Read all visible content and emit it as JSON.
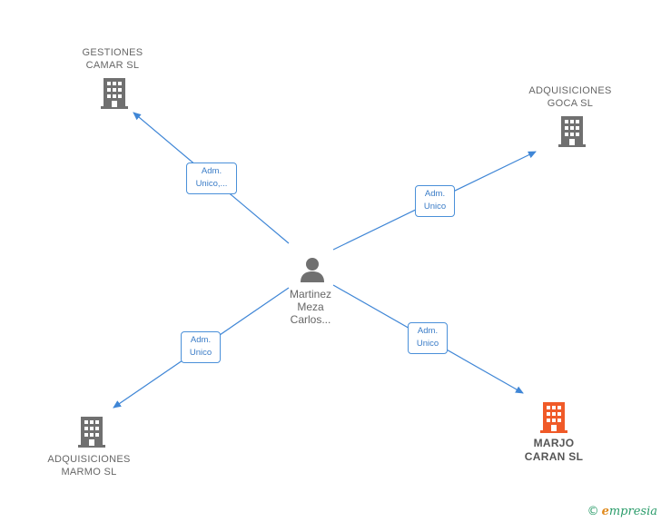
{
  "center": {
    "label_lines": [
      "Martinez",
      "Meza",
      "Carlos..."
    ],
    "icon": "person-icon"
  },
  "companies": [
    {
      "id": "gestiones",
      "label": "GESTIONES\nCAMAR  SL",
      "icon": "building-icon",
      "color": "#707070"
    },
    {
      "id": "goca",
      "label": "ADQUISICIONES\nGOCA  SL",
      "icon": "building-icon",
      "color": "#707070"
    },
    {
      "id": "marmo",
      "label": "ADQUISICIONES\nMARMO  SL",
      "icon": "building-icon",
      "color": "#707070"
    },
    {
      "id": "marjo",
      "label": "MARJO\nCARAN  SL",
      "icon": "building-icon",
      "color": "#f05a28"
    }
  ],
  "relations": [
    {
      "to": "gestiones",
      "line1": "Adm.",
      "line2": "Unico,..."
    },
    {
      "to": "goca",
      "line1": "Adm.",
      "line2": "Unico"
    },
    {
      "to": "marmo",
      "line1": "Adm.",
      "line2": "Unico"
    },
    {
      "to": "marjo",
      "line1": "Adm.",
      "line2": "Unico"
    }
  ],
  "edge_color": "#3f86d6",
  "footer": {
    "copyright": "©",
    "brand_first": "e",
    "brand_rest": "mpresia"
  }
}
